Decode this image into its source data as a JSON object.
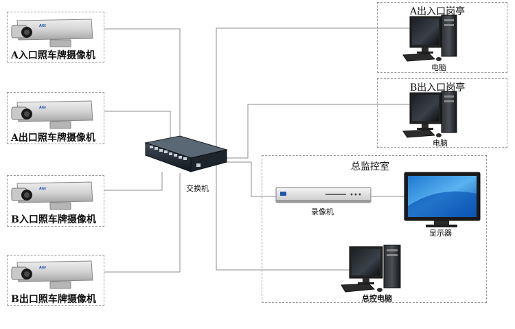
{
  "cameras": [
    {
      "label": "A入口照车牌摄像机",
      "brand": "AGI"
    },
    {
      "label": "A出口照车牌摄像机",
      "brand": "AGI"
    },
    {
      "label": "B入口照车牌摄像机",
      "brand": "AGI"
    },
    {
      "label": "B出口照车牌摄像机",
      "brand": "AGI"
    }
  ],
  "switch": {
    "label": "交换机"
  },
  "booths": [
    {
      "title": "A出入口岗亭",
      "pc_label": "电脑"
    },
    {
      "title": "B出入口岗亭",
      "pc_label": "电脑"
    }
  ],
  "control_room": {
    "title": "总监控室",
    "recorder_label": "录像机",
    "monitor_label": "显示器",
    "pc_label": "总控电脑"
  },
  "colors": {
    "line": "#8c8c8c",
    "border": "#9a9a9a"
  }
}
